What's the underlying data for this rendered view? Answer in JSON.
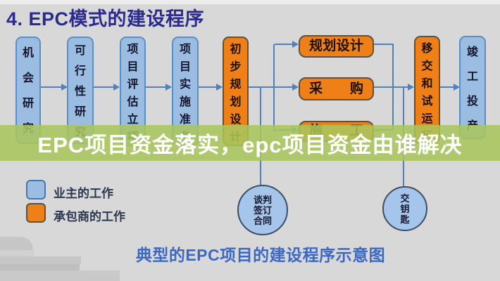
{
  "title": "4. EPC模式的建设程序",
  "overlay": {
    "text": "EPC项目资金落实，epc项目资金由谁解决"
  },
  "flow": {
    "left_stages": [
      {
        "label": "机会研究",
        "type": "owner"
      },
      {
        "label": "可行性研究",
        "type": "owner"
      },
      {
        "label": "项目评估立项",
        "type": "owner"
      },
      {
        "label": "项目实施准备",
        "type": "owner"
      },
      {
        "label": "初步规划设计",
        "type": "contractor"
      }
    ],
    "parallel_tasks": [
      {
        "label": "规划设计",
        "type": "contractor"
      },
      {
        "label": "采购",
        "type": "contractor"
      },
      {
        "label": "施工",
        "type": "contractor"
      }
    ],
    "handover_stage": {
      "label": "移交和试运行",
      "type": "contractor"
    },
    "final_stage": {
      "label": "竣工投产",
      "type": "owner"
    },
    "milestones": [
      {
        "label": "谈判签订合同"
      },
      {
        "label": "交钥匙"
      }
    ]
  },
  "legend": {
    "items": [
      {
        "label": "业主的工作",
        "color": "#9bbde2"
      },
      {
        "label": "承包商的工作",
        "color": "#ef8018"
      }
    ]
  },
  "caption": "典型的EPC项目的建设程序示意图",
  "colors": {
    "owner_blue": "#9bbde2",
    "contractor_orange": "#ef8018",
    "line_blue": "#4f80c0",
    "title_blue": "#2b2b8e",
    "caption_blue": "#3b68c4",
    "banner_green": "#a9c55c",
    "banner_text": "#ffffff",
    "background": "#d8d8d8"
  }
}
